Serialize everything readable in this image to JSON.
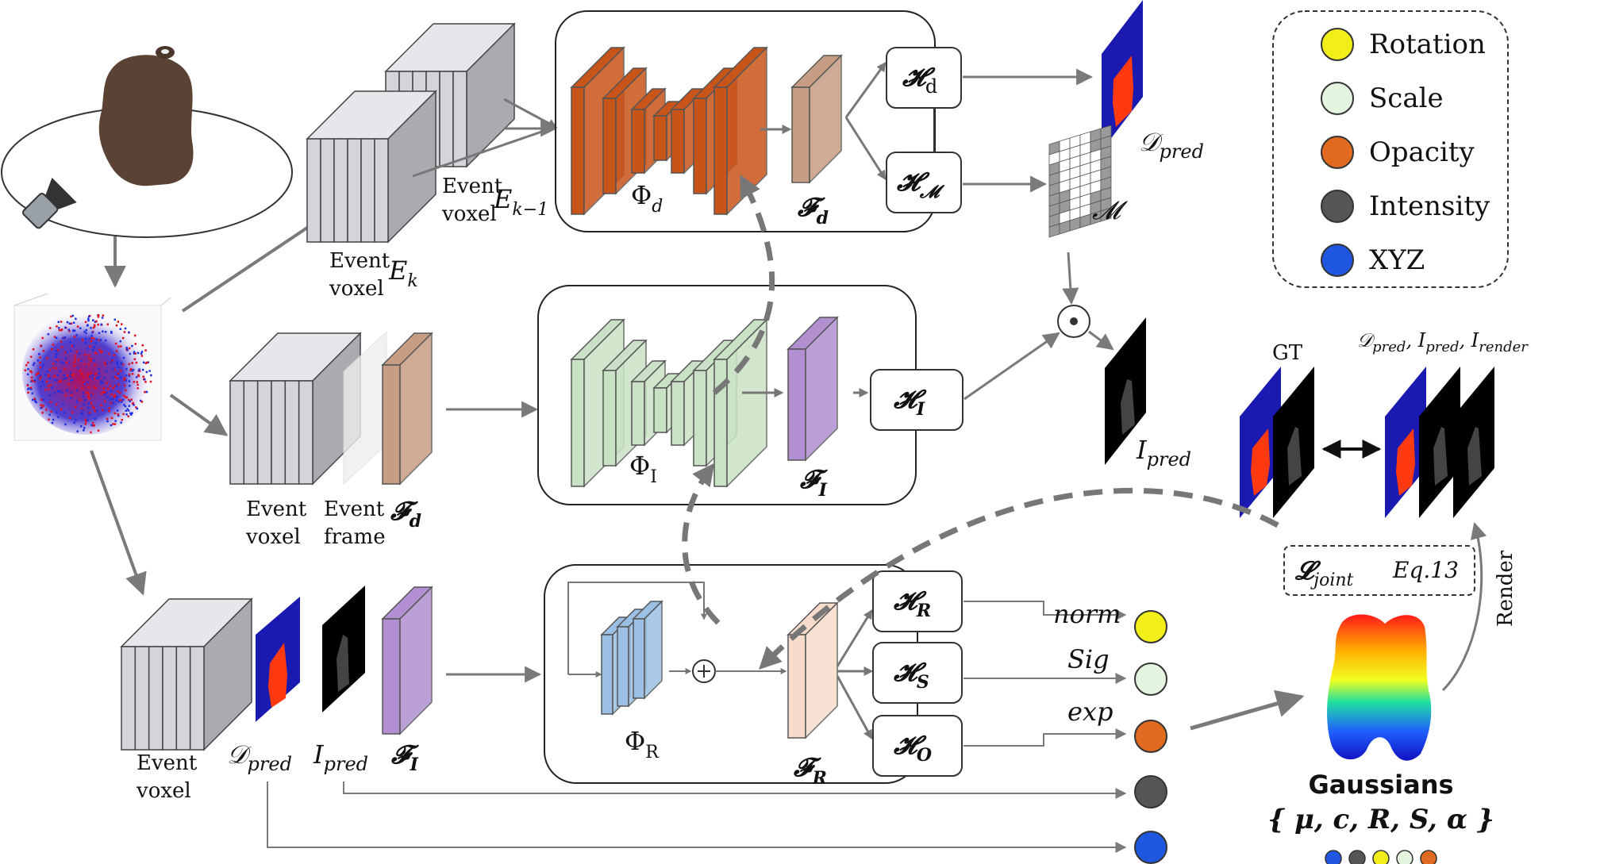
{
  "labels": {
    "event_voxel_word1": "Event",
    "event_voxel_word2": "voxel",
    "event_frame_word2": "frame",
    "E_k": "E",
    "E_k_sub": "k",
    "E_km1": "E",
    "E_km1_sub": "k−1",
    "phi_d": "Φ",
    "phi_d_sub": "d",
    "phi_I": "Φ",
    "phi_I_sub": "I",
    "phi_R": "Φ",
    "phi_R_sub": "R",
    "F_d": "𝓕",
    "F_d_sub": "d",
    "F_I": "𝓕",
    "F_I_sub": "I",
    "F_R": "𝓕",
    "F_R_sub": "R",
    "H_d": "𝓗",
    "H_d_sub": "d",
    "H_M": "𝓗",
    "H_M_sub": "𝓜",
    "H_I": "𝓗",
    "H_I_sub": "I",
    "H_R": "𝓗",
    "H_R_sub": "R",
    "H_S": "𝓗",
    "H_S_sub": "S",
    "H_O": "𝓗",
    "H_O_sub": "O",
    "D_pred": "𝒟",
    "pred_sub": "pred",
    "M_label": "𝓜",
    "I_pred": "I",
    "norm": "norm",
    "sig": "Sig",
    "exp": "exp",
    "odot": "⊙",
    "plus": "+",
    "gt": "GT",
    "multi_pred": "𝒟",
    "multi_pred_rest1": ", I",
    "multi_pred_rest2": ", I",
    "render_sub": "render",
    "loss_L": "𝓛",
    "loss_sub": "joint",
    "loss_eq": "Eq.13",
    "render": "Render",
    "gaussians_title": "Gaussians",
    "gaussians_params": "{ μ, c, R, S, α }"
  },
  "legend": [
    {
      "label": "Rotation",
      "color": "#f2ee1a"
    },
    {
      "label": "Scale",
      "color": "#e3f5df"
    },
    {
      "label": "Opacity",
      "color": "#e06a1f"
    },
    {
      "label": "Intensity",
      "color": "#555555"
    },
    {
      "label": "XYZ",
      "color": "#1f57e0"
    }
  ],
  "colors": {
    "depth_net": "#c8541a",
    "intensity_net": "#c9e2c5",
    "refine_net": "#9cc0e3",
    "feat_d": "#c79d83",
    "feat_I": "#b28fd1",
    "feat_R": "#f7dccb",
    "voxel": "#d3d5db",
    "arrow": "#7a7a7a",
    "depth_bg": "#1a1ab0",
    "depth_fg": "#ff3a10"
  }
}
